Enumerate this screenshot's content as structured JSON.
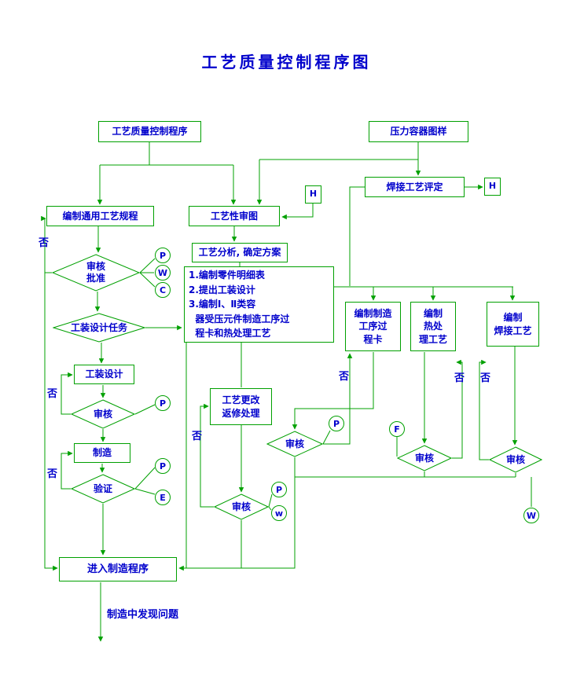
{
  "title": "工艺质量控制程序图",
  "colors": {
    "line": "#00a000",
    "text": "#0000cc",
    "background": "#ffffff"
  },
  "nodes": {
    "start": {
      "label": "工艺质量控制程序"
    },
    "pressure_vessel_drawing": {
      "label": "压力容器图样"
    },
    "weld_procedure_qualification": {
      "label": "焊接工艺评定"
    },
    "connector_h_1": {
      "label": "H"
    },
    "connector_h_2": {
      "label": "H"
    },
    "compile_general_process_spec": {
      "label": "编制通用工艺规程"
    },
    "process_drawing_review": {
      "label": "工艺性审图"
    },
    "process_analysis": {
      "label": "工艺分析, 确定方案"
    },
    "compile_documents": {
      "label": "1.编制零件明细表\n2.提出工装设计\n3.编制Ⅰ、Ⅱ类容\n  器受压元件制造工序过\n  程卡和热处理工艺"
    },
    "compile_mfg_process_card": {
      "label": "编制制造\n工序过\n程卡"
    },
    "compile_heat_treatment": {
      "label": "编制\n热处\n理工艺"
    },
    "compile_welding_process": {
      "label": "编制\n焊接工艺"
    },
    "review_approve": {
      "label": "审核\n批准"
    },
    "tooling_design_task": {
      "label": "工装设计任务"
    },
    "tooling_design": {
      "label": "工装设计"
    },
    "review_tooling": {
      "label": "审核"
    },
    "manufacture": {
      "label": "制造"
    },
    "verify": {
      "label": "验证"
    },
    "process_change": {
      "label": "工艺更改\n返修处理"
    },
    "review_change": {
      "label": "审核"
    },
    "review_card": {
      "label": "审核"
    },
    "review_heat": {
      "label": "审核"
    },
    "review_weld": {
      "label": "审核"
    },
    "enter_manufacturing": {
      "label": "进入制造程序"
    },
    "problems_found": {
      "label": "制造中发现问题"
    }
  },
  "connectors": {
    "p": "P",
    "w_upper": "W",
    "c": "C",
    "e": "E",
    "f": "F",
    "w_lower": "w"
  },
  "labels": {
    "no": "否"
  }
}
